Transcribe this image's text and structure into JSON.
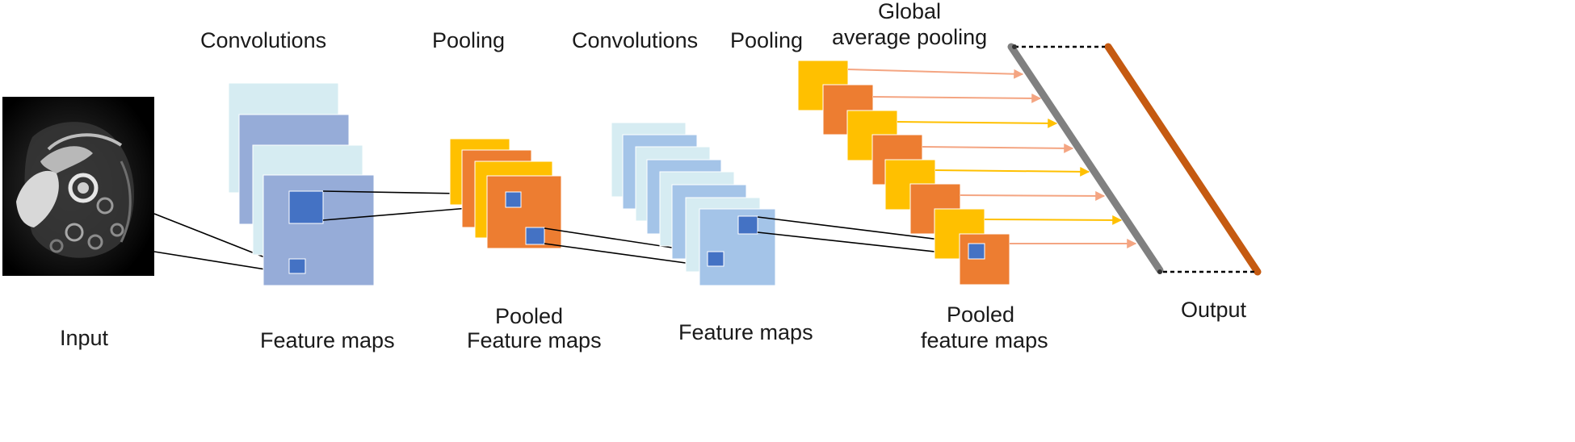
{
  "labels": {
    "convolutions_1": "Convolutions",
    "pooling_1": "Pooling",
    "convolutions_2": "Convolutions",
    "pooling_2": "Pooling",
    "gap_line1": "Global",
    "gap_line2": "average pooling",
    "input": "Input",
    "feature_maps_1": "Feature maps",
    "pooled_1_line1": "Pooled",
    "pooled_1_line2": "Feature maps",
    "feature_maps_2": "Feature maps",
    "pooled_2_line1": "Pooled",
    "pooled_2_line2": "feature maps",
    "output": "Output"
  },
  "colors": {
    "light_cyan": "#d6ecf2",
    "periwinkle": "#96acd8",
    "light_blue": "#a4c4e8",
    "marker_blue": "#4472c4",
    "orange": "#ed7d31",
    "gold": "#ffc000",
    "orange_arrow": "#f4a582",
    "gold_arrow": "#ffc000",
    "gap_bar": "#808080",
    "output_bar": "#c55a11",
    "line": "#000000"
  },
  "input_image": "grayscale MRI slice (dark background with bright tissue structures)"
}
